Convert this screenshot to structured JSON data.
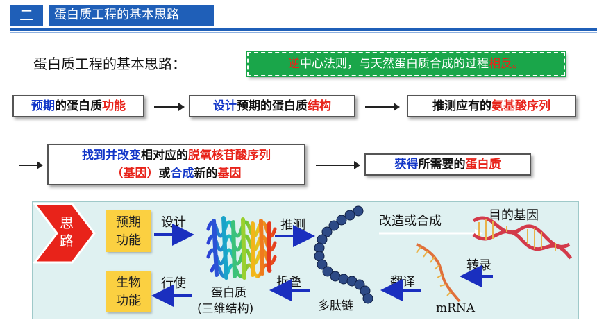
{
  "header": {
    "section_number": "二",
    "title": "蛋白质工程的基本思路"
  },
  "subheading": "蛋白质工程的基本思路：",
  "note": {
    "part1_red": "逆",
    "part2": "中心法则，与天然蛋白质合成的过程",
    "part3_red": "相反。"
  },
  "flow_row1": [
    {
      "a_blue": "预期",
      "b": "的蛋白质",
      "c_red": "功能"
    },
    {
      "a_blue": "设计",
      "b": "预期的蛋白质",
      "c_red": "结构"
    },
    {
      "a": "推测应有的",
      "b_red": "氨基酸序列"
    }
  ],
  "flow_row2": {
    "box1_line1_blue": "找到并改变",
    "box1_line1": "相对应的",
    "box1_line1_red": "脱氧核苷酸序列",
    "box1_line2_red": "（基因）",
    "box1_line2": "或",
    "box1_line2_blue": "合成",
    "box1_line2_b": "新的",
    "box1_line2_red2": "基因",
    "box2_blue": "获得",
    "box2": "所需要的",
    "box2_red": "蛋白质"
  },
  "panel": {
    "side_tag": "思路",
    "expected_function": "预期功能",
    "biological_function": "生物功能",
    "labels": {
      "design": "设计",
      "infer": "推测",
      "modify_or_synthesize": "改造或合成",
      "target_gene": "目的基因",
      "transcription": "转录",
      "translation": "翻译",
      "folding": "折叠",
      "perform": "行使",
      "protein_line1": "蛋白质",
      "protein_line2": "(三维结构)",
      "polypeptide": "多肽链",
      "mrna": "mRNA"
    }
  },
  "colors": {
    "header_blue": "#1f5fb8",
    "note_green": "#1aa64a",
    "red": "#e8231a",
    "blue": "#1236c8",
    "panel_bg": "#dff1f1",
    "orange": "#fbd041"
  }
}
